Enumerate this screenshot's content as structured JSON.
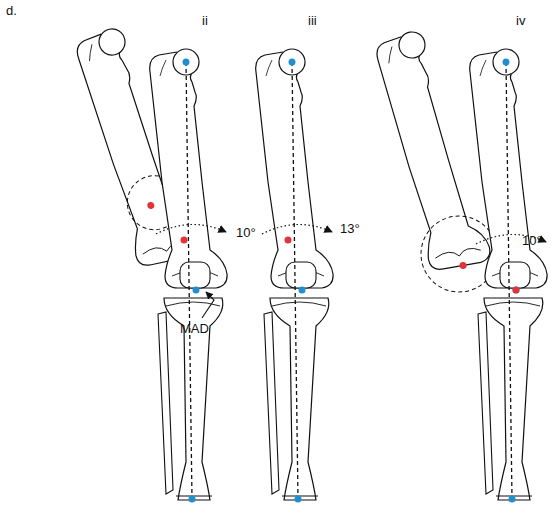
{
  "diagram": {
    "labels": [
      "d.",
      "ii",
      "iii",
      "iv",
      "10°",
      "13°",
      "10°",
      "MAD"
    ]
  }
}
